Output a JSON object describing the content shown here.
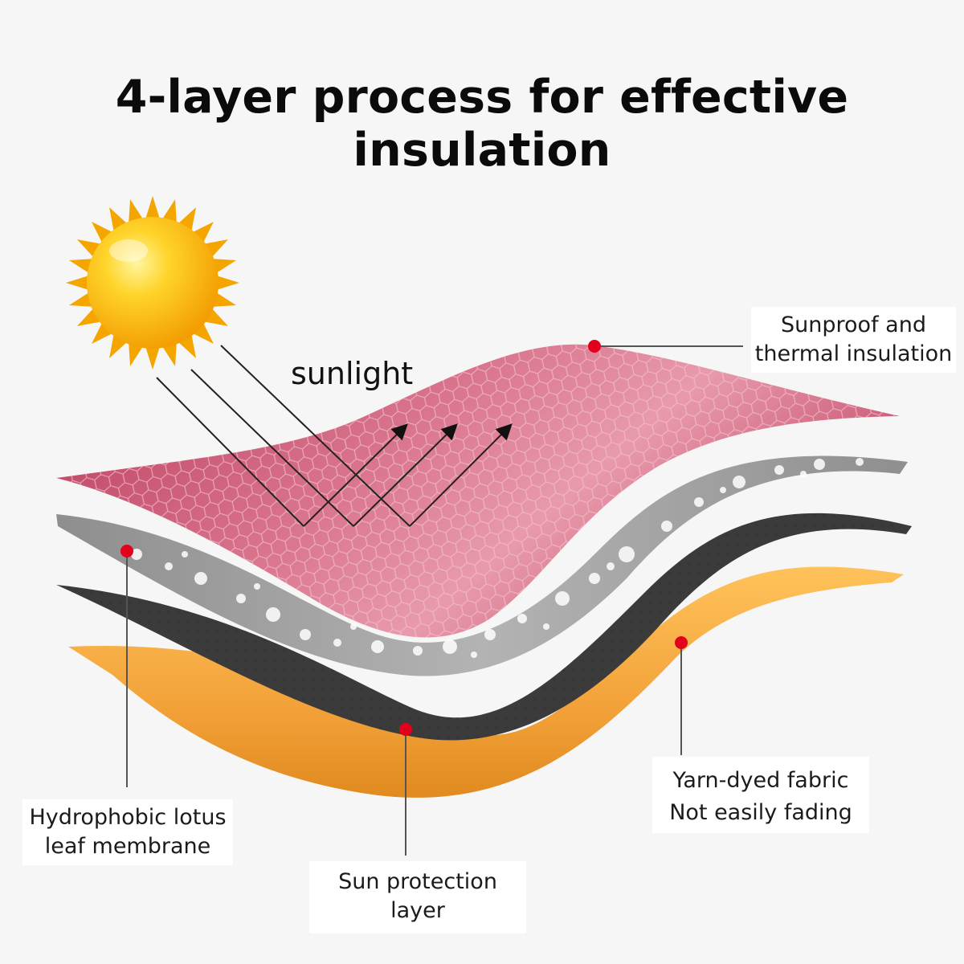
{
  "title": "4-layer process for effective insulation",
  "sunlight_label": "sunlight",
  "callouts": {
    "top_right": {
      "line1": "Sunproof and",
      "line2": "thermal insulation"
    },
    "left": {
      "line1": "Hydrophobic lotus",
      "line2": "leaf membrane"
    },
    "bottom_center": {
      "line1": "Sun protection",
      "line2": "layer"
    },
    "right": {
      "line1": "Yarn-dyed fabric",
      "line2": "Not easily fading"
    }
  },
  "colors": {
    "pink_layer": "#c24a68",
    "silver_layer": "#9a9a9a",
    "black_layer": "#3a3a3a",
    "orange_layer": "#f0a23a",
    "sun": "#ffc21a",
    "marker": "#e3001b"
  },
  "icons": [
    "sun-icon",
    "arrow-icon"
  ]
}
